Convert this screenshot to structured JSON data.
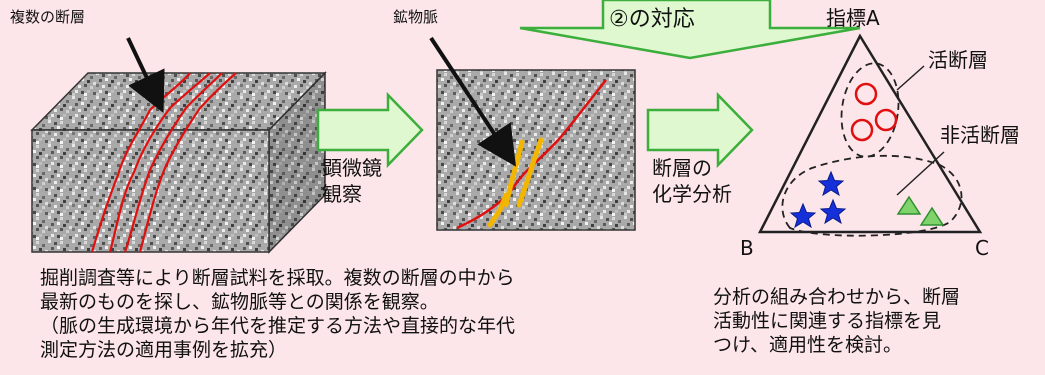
{
  "labels": {
    "multiple_faults": "複数の断層",
    "mineral_vein": "鉱物脈",
    "correspondence": "②の対応",
    "microscope_line1": "顕微鏡",
    "microscope_line2": "観察",
    "chem_line1": "断層の",
    "chem_line2": "化学分析",
    "index_a": "指標A",
    "active_fault": "活断層",
    "inactive_fault": "非活断層",
    "vertex_b": "B",
    "vertex_c": "C"
  },
  "paragraph_left": [
    "掘削調査等により断層試料を採取。複数の断層の中から",
    "最新のものを探し、鉱物脈等との関係を観察。",
    "（脈の生成環境から年代を推定する方法や直接的な年代",
    "測定方法の適用事例を拡充）"
  ],
  "paragraph_right": [
    "分析の組み合わせから、断層",
    "活動性に関連する指標を見",
    "つけ、適用性を検討。"
  ],
  "colors": {
    "background": "#fde6ea",
    "fault_line": "#e01010",
    "vein": "#f2b600",
    "arrow_fill": "#dff8d0",
    "arrow_stroke": "#3cae3c",
    "circle_marker": "#e01010",
    "star_marker": "#1530d8",
    "triangle_marker": "#7fd36a"
  }
}
